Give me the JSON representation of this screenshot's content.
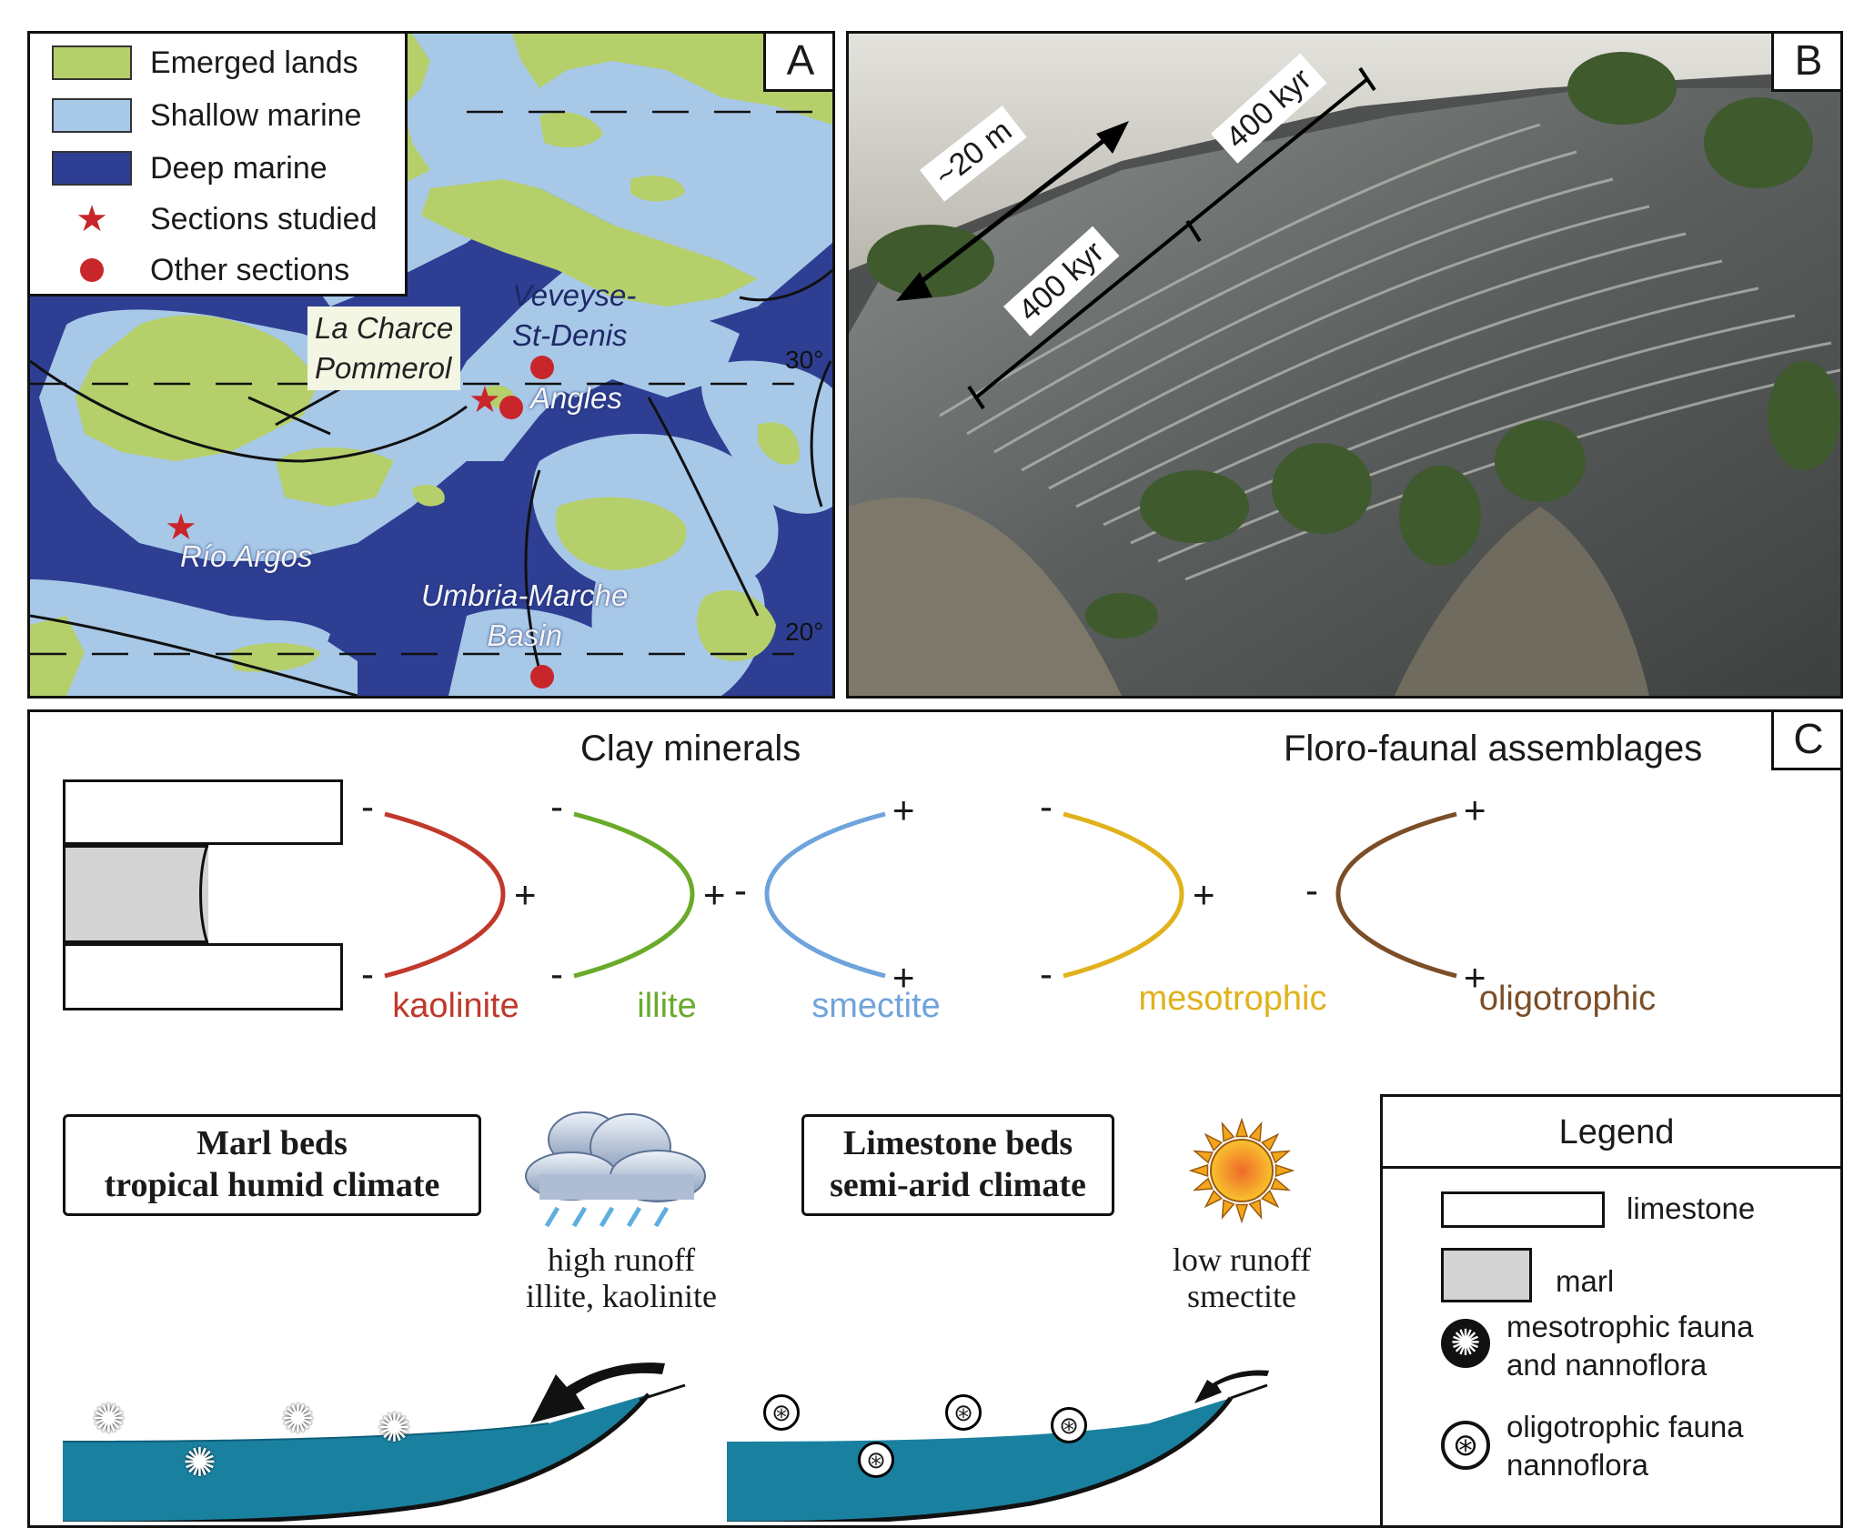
{
  "panel_a": {
    "letter": "A",
    "legend": [
      {
        "label": "Emerged lands",
        "color": "#b5cf6b"
      },
      {
        "label": "Shallow marine",
        "color": "#a8c8e8"
      },
      {
        "label": "Deep marine",
        "color": "#2e3f93"
      },
      {
        "label": "Sections studied",
        "symbol": "star-icon",
        "color": "#c8262a"
      },
      {
        "label": "Other sections",
        "symbol": "dot-icon",
        "color": "#c8262a"
      }
    ],
    "places": {
      "la_charce": "La Charce\nPommerol",
      "veveyse": "Veveyse-\nSt-Denis",
      "angles": "Angles",
      "rio_argos": "Río Argos",
      "umbria": "Umbria-Marche\nBasin"
    },
    "latitudes": {
      "upper": "30°",
      "lower": "20°"
    }
  },
  "panel_b": {
    "letter": "B",
    "scale_label": "~20 m",
    "cycle_upper": "400 kyr",
    "cycle_lower": "400 kyr"
  },
  "panel_c": {
    "letter": "C",
    "title_clay": "Clay minerals",
    "title_floro": "Floro-faunal assemblages",
    "curves": [
      {
        "name": "kaolinite",
        "color": "#c0392b",
        "top": "-",
        "middle": "+",
        "bottom": "-"
      },
      {
        "name": "illite",
        "color": "#6aaa2a",
        "top": "-",
        "middle": "+",
        "bottom": "-"
      },
      {
        "name": "smectite",
        "color": "#6fa3dc",
        "top": "+",
        "middle": "-",
        "bottom": "+"
      },
      {
        "name": "mesotrophic",
        "color": "#e0b21c",
        "top": "-",
        "middle": "+",
        "bottom": "-"
      },
      {
        "name": "oligotrophic",
        "color": "#7b4e27",
        "top": "+",
        "middle": "-",
        "bottom": "+"
      }
    ],
    "marl_box": {
      "line1": "Marl beds",
      "line2": "tropical humid climate"
    },
    "limestone_box": {
      "line1": "Limestone beds",
      "line2": "semi-arid climate"
    },
    "humid_caption": {
      "line1": "high runoff",
      "line2": "illite, kaolinite"
    },
    "arid_caption": {
      "line1": "low runoff",
      "line2": "smectite"
    },
    "legend": {
      "title": "Legend",
      "limestone": "limestone",
      "marl": "marl",
      "meso": "mesotrophic fauna\nand nannoflora",
      "oligo": "oligotrophic fauna\nnannoflora"
    }
  }
}
